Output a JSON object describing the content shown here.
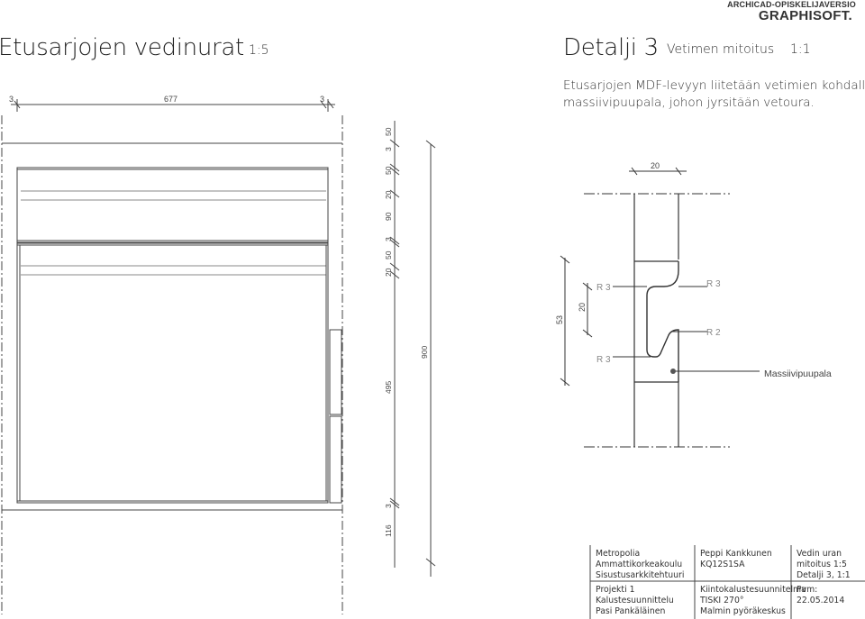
{
  "brand": {
    "top": "ARCHICAD-OPISKELIJAVERSIO",
    "main": "GRAPHISOFT."
  },
  "left_title": {
    "text": "Etusarjojen vedinurat",
    "scale": "1:5"
  },
  "right_title": {
    "text": "Detalji 3",
    "subtitle": "Vetimen mitoitus",
    "scale": "1:1"
  },
  "description": {
    "line1": "Etusarjojen MDF-levyyn liitetään vetimien kohdalle",
    "line2": "massiivipuupala, johon jyrsitään vetoura."
  },
  "horizontal_dims": {
    "left": "3",
    "middle": "677",
    "right": "3"
  },
  "vertical_dims": [
    "50",
    "3",
    "50",
    "20",
    "90",
    "3",
    "50",
    "20",
    "495",
    "3",
    "116"
  ],
  "overall_height_dim": "900",
  "detail": {
    "width_dim": "20",
    "depth_dim_outer": "53",
    "depth_dim_inner": "20",
    "radius_labels": [
      "R 3",
      "R 3",
      "R 2",
      "R 3"
    ],
    "material_label": "Massiivipuupala"
  },
  "title_block": {
    "school": [
      "Metropolia",
      "Ammattikorkeakoulu",
      "Sisustusarkkitehtuuri"
    ],
    "student": [
      "Peppi Kankkunen",
      "KQ12S1SA"
    ],
    "drawing": [
      "Vedin uran",
      "mitoitus 1:5",
      "Detalji 3, 1:1"
    ],
    "project": [
      "Projekti 1 Kalustesuunnittelu",
      "Pasi Pankäläinen"
    ],
    "object": [
      "Kiintokalustesuunnitelma",
      "TISKI 270°",
      "Malmin pyöräkeskus"
    ],
    "date_label": "Pvm:",
    "date": "22.05.2014"
  }
}
